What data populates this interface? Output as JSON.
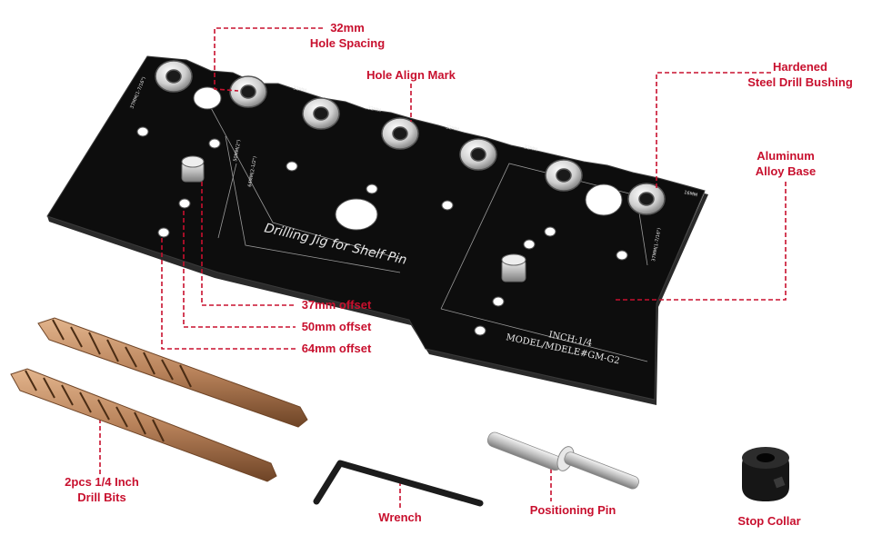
{
  "colors": {
    "annotation": "#c8102e",
    "base": "#0d0d0d",
    "bushing": "#cfcfcf",
    "drill_bit": "#b8825a"
  },
  "callouts": {
    "hole_spacing": [
      "32mm",
      "Hole Spacing"
    ],
    "hole_align_mark": "Hole Align Mark",
    "drill_bushing": [
      "Hardened",
      "Steel Drill Bushing"
    ],
    "base": [
      "Aluminum",
      "Alloy Base"
    ],
    "offset_37": "37mm offset",
    "offset_50": "50mm offset",
    "offset_64": "64mm offset",
    "drill_bits": [
      "2pcs 1/4 Inch",
      "Drill Bits"
    ],
    "wrench": "Wrench",
    "positioning_pin": "Positioning Pin",
    "stop_collar": "Stop Collar"
  },
  "jig": {
    "engraving": "Drilling Jig for Shelf Pin",
    "inch": "INCH:1/4",
    "model": "MODEL/MDELE#GM-G2",
    "spacing_mark": "32MM",
    "end_mark": "16MM",
    "offset_marks": [
      "37MM(1-7/16\")",
      "50MM(2\")",
      "64MM(2-1/2\")"
    ]
  }
}
